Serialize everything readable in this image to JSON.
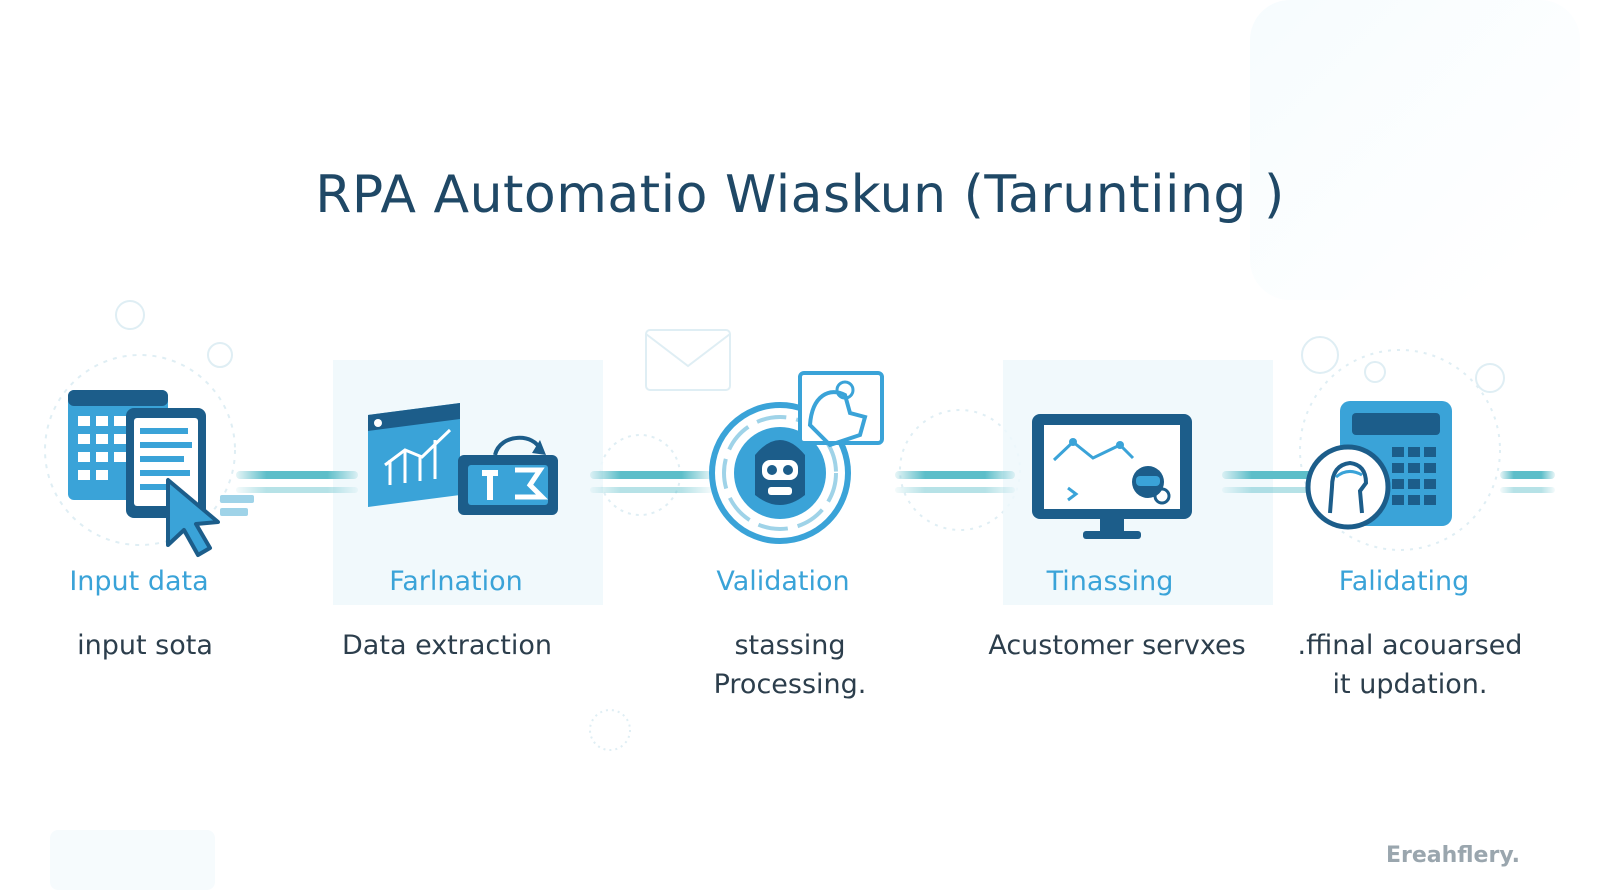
{
  "title": "RPA Automatio Wiaskun (Taruntiing )",
  "stages": [
    {
      "label": "Input data",
      "description": "input sota",
      "icon": "spreadsheet-phone-cursor-icon"
    },
    {
      "label": "Farlnation",
      "description": "Data extraction",
      "icon": "browser-chart-tools-icon"
    },
    {
      "label": "Validation",
      "description": "stassing\nProcessing.",
      "icon": "robot-hand-icon"
    },
    {
      "label": "Tinassing",
      "description": "Acustomer servxes",
      "icon": "monitor-chart-icon"
    },
    {
      "label": "Falidating",
      "description": ".ffinal acouarsed\nit updation.",
      "icon": "calculator-person-icon"
    }
  ],
  "footer": {
    "logo_text": "Ereahflery."
  },
  "colors": {
    "title": "#1f4866",
    "stage_label": "#3aa3d8",
    "icon_primary": "#3aa3d8",
    "icon_dark": "#1c5d8a",
    "connector": "#5dbec9",
    "description": "#2c3e4c"
  }
}
